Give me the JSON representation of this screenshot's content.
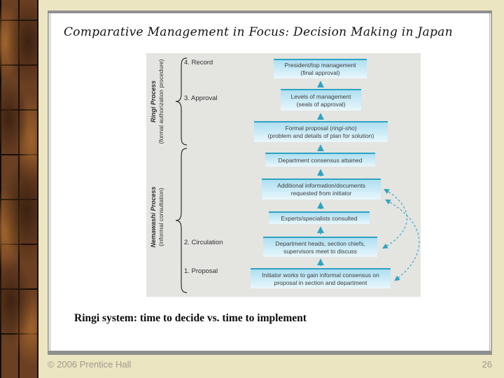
{
  "slide": {
    "title": "Comparative Management in Focus: Decision Making in Japan",
    "subtitle": "Ringi system: time to decide vs. time to implement"
  },
  "footer": {
    "copyright": "© 2006 Prentice Hall",
    "page_number": "26"
  },
  "diagram": {
    "side_labels": [
      {
        "title": "Ringi Process",
        "subtitle": "(formal authorization procedure)"
      },
      {
        "title": "Nemawashi Process",
        "subtitle": "(informal consultation)"
      }
    ],
    "step_labels": [
      "4. Record",
      "3. Approval",
      "2. Circulation",
      "1. Proposal"
    ],
    "boxes": [
      {
        "lines": [
          "President/top management",
          "(final approval)"
        ]
      },
      {
        "lines": [
          "Levels of management",
          "(seals of approval)"
        ]
      },
      {
        "line1_prefix": "Formal proposal (",
        "line1_italic": "ringi-sho",
        "line1_suffix": ")",
        "line2": "(problem and details of plan for solution)"
      },
      {
        "lines": [
          "Department consensus attained"
        ]
      },
      {
        "lines": [
          "Additional information/documents",
          "requested from initiator"
        ]
      },
      {
        "lines": [
          "Experts/specialists consulted"
        ]
      },
      {
        "lines": [
          "Department heads, section chiefs,",
          "supervisors meet to discuss"
        ]
      },
      {
        "lines": [
          "Initiator works to gain informal consensus on",
          "proposal in section and department"
        ]
      }
    ],
    "colors": {
      "accent_teal": "#2fa3c2",
      "box_fill_top": "#aedff2",
      "box_fill_bottom": "#e9f7fc",
      "diagram_background": "#e4e4e1",
      "text": "#3d3d3d"
    }
  },
  "theme": {
    "page_background": "#ece5c1",
    "sidebar_brown_dark": "#3a2010",
    "sidebar_brown_light": "#a6682e",
    "panel_border_gray": "#8f8f8f"
  }
}
